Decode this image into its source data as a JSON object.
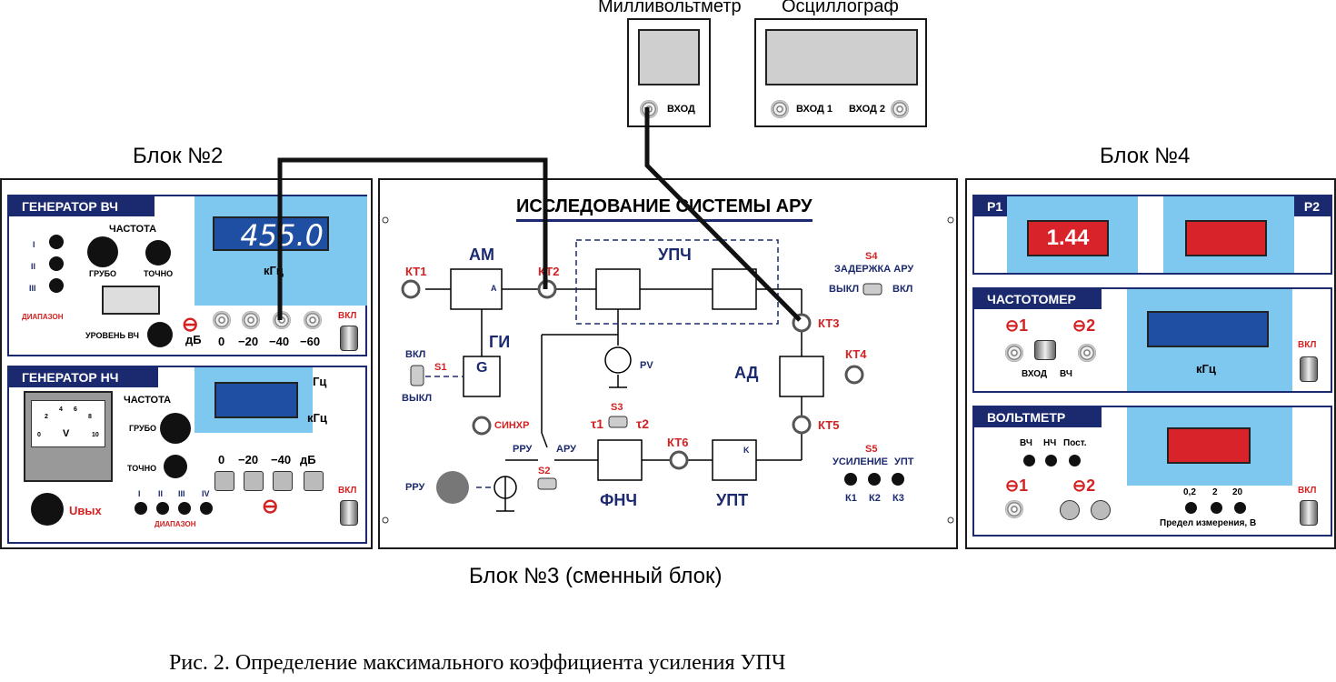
{
  "figure": {
    "caption": "Рис. 2. Определение максимального коэффициента усиления УПЧ",
    "instruments": {
      "millivoltmeter": "Милливольтметр",
      "oscilloscope": "Осциллограф",
      "input": "ВХОД",
      "input1": "ВХОД 1",
      "input2": "ВХОД 2"
    }
  },
  "block2": {
    "title": "Блок №2",
    "hf_gen": {
      "header": "ГЕНЕРАТОР ВЧ",
      "frequency": "ЧАСТОТА",
      "coarse": "ГРУБО",
      "fine": "ТОЧНО",
      "range_label": "ДИАПАЗОН",
      "ranges": [
        "I",
        "II",
        "III"
      ],
      "level": "УРОВЕНЬ ВЧ",
      "display": "455.0",
      "unit": "кГц",
      "db": "дБ",
      "attenuator": [
        "0",
        "−20",
        "−40",
        "−60"
      ],
      "on": "ВКЛ"
    },
    "lf_gen": {
      "header": "ГЕНЕРАТОР НЧ",
      "frequency": "ЧАСТОТА",
      "coarse": "ГРУБО",
      "fine": "ТОЧНО",
      "meter_unit": "V",
      "meter_scale": [
        "0",
        "2",
        "4",
        "6",
        "8",
        "10"
      ],
      "units": [
        "Гц",
        "кГц"
      ],
      "attenuator": [
        "0",
        "−20",
        "−40"
      ],
      "db": "дБ",
      "out": "Uвых",
      "ranges": [
        "I",
        "II",
        "III",
        "IV"
      ],
      "range_label": "ДИАПАЗОН",
      "on": "ВКЛ"
    }
  },
  "block3": {
    "title": "Блок №3 (сменный блок)",
    "header": "ИССЛЕДОВАНИЕ СИСТЕМЫ АРУ",
    "labels": {
      "kt1": "КТ1",
      "kt2": "КТ2",
      "kt3": "КТ3",
      "kt4": "КТ4",
      "kt5": "КТ5",
      "kt6": "КТ6",
      "am": "АМ",
      "upch": "УПЧ",
      "gi": "ГИ",
      "ad": "АД",
      "fnch": "ФНЧ",
      "upt": "УПТ",
      "g": "G",
      "a": "A",
      "k": "K",
      "pv": "PV",
      "s1": "S1",
      "s2": "S2",
      "s3": "S3",
      "s4": "S4",
      "s5": "S5",
      "on": "ВКЛ",
      "off": "ВЫКЛ",
      "sync": "СИНХР",
      "delay": "ЗАДЕРЖКА АРУ",
      "gain": "УСИЛЕНИЕ",
      "upt_short": "УПТ",
      "rru": "РРУ",
      "aru": "АРУ",
      "tau1": "τ1",
      "tau2": "τ2",
      "k1": "К1",
      "k2": "К2",
      "k3": "К3"
    }
  },
  "block4": {
    "title": "Блок №4",
    "p1": "P1",
    "p2": "P2",
    "p1_value": "1.44",
    "freq": {
      "header": "ЧАСТОТОМЕР",
      "in1": "⊖1",
      "in2": "⊖2",
      "input": "ВХОД",
      "hf": "ВЧ",
      "unit": "кГц",
      "on": "ВКЛ"
    },
    "volt": {
      "header": "ВОЛЬТМЕТР",
      "modes": [
        "ВЧ",
        "НЧ",
        "Пост."
      ],
      "in1": "⊖1",
      "in2": "⊖2",
      "limits": [
        "0,2",
        "2",
        "20"
      ],
      "limit_label": "Предел измерения, В",
      "on": "ВКЛ"
    }
  },
  "colors": {
    "navy": "#1b2a6e",
    "red": "#d42121",
    "lightblue": "#7ec8f0",
    "display_blue": "#1e4fa3",
    "display_red": "#d8232a"
  }
}
